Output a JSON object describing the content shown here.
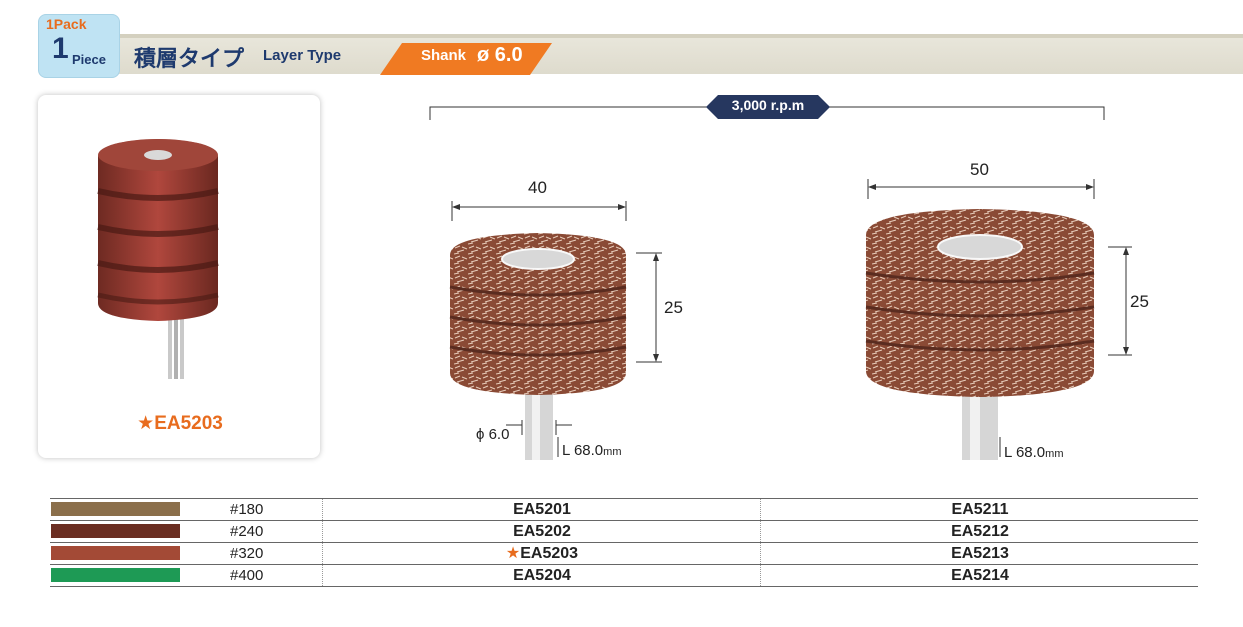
{
  "header": {
    "pack_top": "1Pack",
    "pack_num": "1",
    "pack_unit": "Piece",
    "title_jp": "積層タイプ",
    "title_en": "Layer Type",
    "shank_label": "Shank",
    "shank_symbol": "ø",
    "shank_value": "6.0"
  },
  "card": {
    "star": "★",
    "code": "EA5203"
  },
  "diagram": {
    "rpm": "3,000 r.p.m",
    "small": {
      "width": "40",
      "height": "25",
      "shank_diameter": "ϕ 6.0",
      "length_prefix": "L ",
      "length_value": "68.0",
      "length_unit": "mm"
    },
    "large": {
      "width": "50",
      "height": "25",
      "length_prefix": "L ",
      "length_value": "68.0",
      "length_unit": "mm"
    }
  },
  "colors": {
    "brand_navy": "#1e3a6e",
    "brand_orange": "#e86c1e",
    "wheel_brown": "#8a4a35"
  },
  "table": {
    "rows": [
      {
        "swatch_color": "#8b6f4b",
        "grit": "#180",
        "col1": "EA5201",
        "col1_star": "",
        "col2": "EA5211"
      },
      {
        "swatch_color": "#6b2e22",
        "grit": "#240",
        "col1": "EA5202",
        "col1_star": "",
        "col2": "EA5212"
      },
      {
        "swatch_color": "#a34a36",
        "grit": "#320",
        "col1": "EA5203",
        "col1_star": "★",
        "col2": "EA5213"
      },
      {
        "swatch_color": "#1e9a55",
        "grit": "#400",
        "col1": "EA5204",
        "col1_star": "",
        "col2": "EA5214"
      }
    ]
  }
}
